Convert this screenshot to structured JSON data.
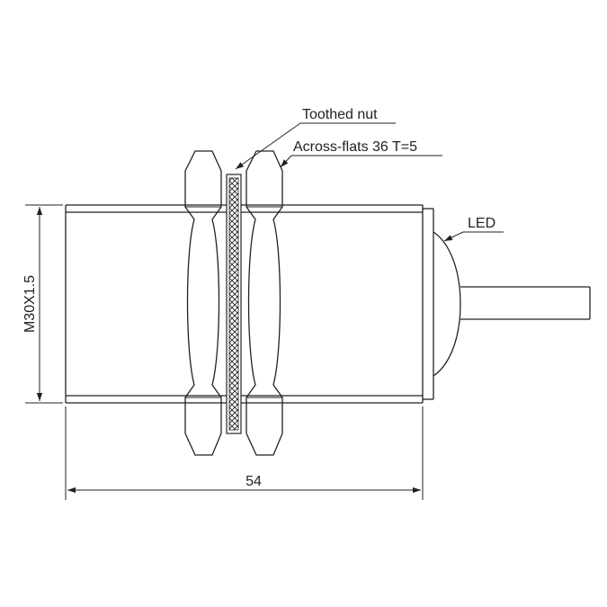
{
  "labels": {
    "toothed_nut": "Toothed nut",
    "across_flats": "Across-flats 36 T=5",
    "led": "LED",
    "thread": "M30X1.5",
    "length": "54"
  },
  "colors": {
    "line": "#222222",
    "background": "#ffffff"
  }
}
